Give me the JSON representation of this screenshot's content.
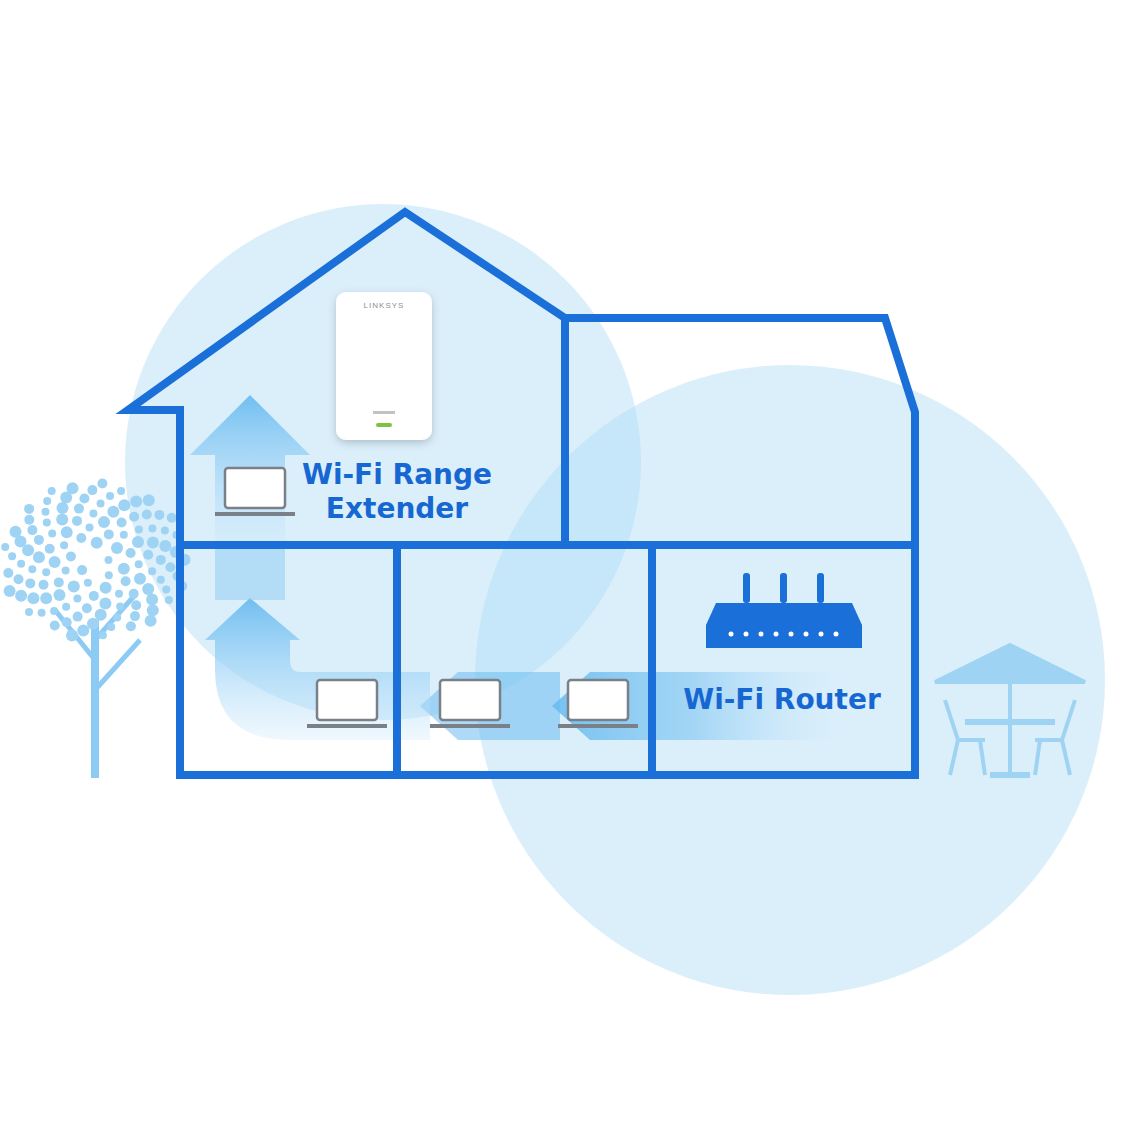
{
  "diagram": {
    "labels": [
      "LINKSYS",
      "Wi-Fi Range Extender",
      "Wi-Fi Router"
    ]
  }
}
